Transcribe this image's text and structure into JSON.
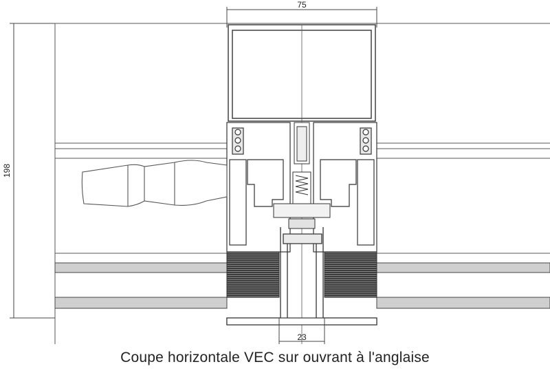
{
  "dimensions": {
    "top_width": "75",
    "bottom_width": "23",
    "left_height": "198"
  },
  "caption": "Coupe horizontale VEC sur ouvrant à l'anglaise",
  "colors": {
    "line": "#333333",
    "light_line": "#8a8a8a",
    "panel_fill": "#cfcfcf",
    "insulation_fill": "#5a5a5a",
    "background": "#ffffff"
  }
}
